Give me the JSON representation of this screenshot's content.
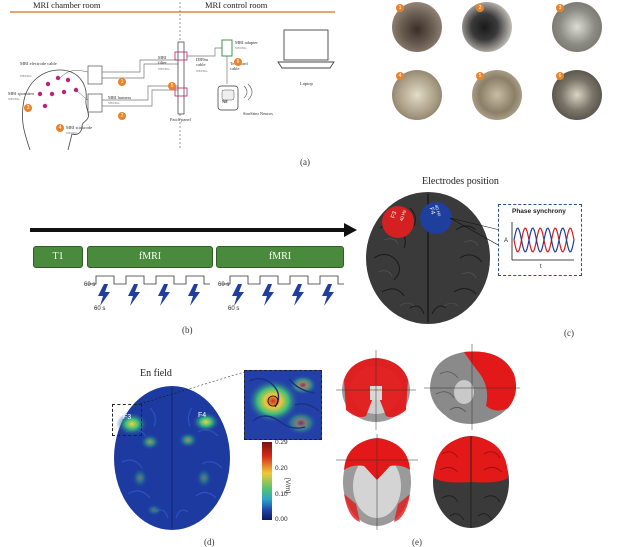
{
  "panel_a": {
    "label": "(a)",
    "chamber_room": "MRI chamber room",
    "control_room": "MRI control room",
    "labels": {
      "electrode_cable": "MRI electrode cable",
      "electrode_cable_code": "NE036a",
      "sponstim": "MRI sponstim",
      "sponstim_code": "NE036a",
      "harness": "MRI harness",
      "harness_code": "NE036a",
      "stickrode": "MRI stickrode",
      "stickrode_code": "NE036a",
      "filter": "MRI filter",
      "filter_code": "NE036a",
      "patch_panel": "Patch panel",
      "db9_cable": "DB9m cable",
      "db9_code": "NE036a",
      "adapter": "MRI adapter",
      "adapter_code": "NE036a",
      "testboard": "Testboard cable",
      "starstim": "StarStim Neuros",
      "laptop": "Laptop",
      "n8": "N8"
    },
    "badges": [
      "1",
      "2",
      "3",
      "4",
      "5",
      "6"
    ],
    "photo_numbers": [
      "1",
      "2",
      "3",
      "4",
      "5",
      "6"
    ]
  },
  "panel_b": {
    "label": "(b)",
    "blocks": [
      "T1",
      "fMRI",
      "fMRI"
    ],
    "durations": [
      "60 s",
      "60 s",
      "60 s",
      "60 s"
    ]
  },
  "panel_c": {
    "label": "(c)",
    "title": "Electrodes position",
    "electrode_left": "F3",
    "electrode_left_sub": "40 Hz",
    "electrode_right": "F4",
    "electrode_right_sub": "40 Hz",
    "inset_title": "Phase synchrony",
    "inset_y": "A",
    "inset_x": "t",
    "colors": {
      "red": "#d42020",
      "blue": "#1f3f9e"
    }
  },
  "panel_d": {
    "label": "(d)",
    "title": "En field",
    "electrode_left": "F3",
    "electrode_right": "F4",
    "colorbar_ticks": [
      "0.29",
      "0.20",
      "0.10",
      "0.00"
    ],
    "colorbar_unit": "[V/m]"
  },
  "panel_e": {
    "label": "(e)"
  }
}
